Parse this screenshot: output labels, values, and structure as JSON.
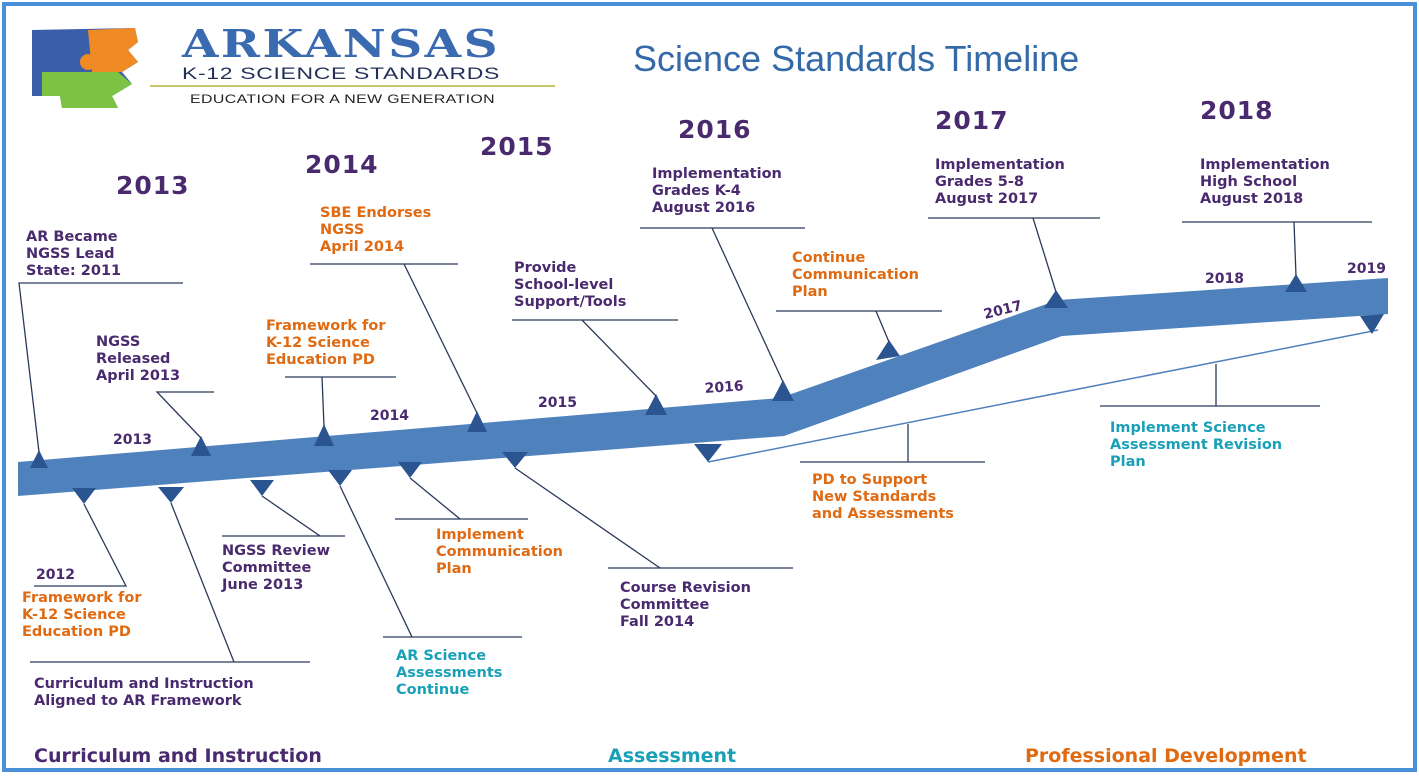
{
  "header": {
    "brand_name": "ARKANSAS",
    "brand_subtitle": "K-12 SCIENCE STANDARDS",
    "brand_tagline": "EDUCATION FOR A NEW GENERATION",
    "title": "Science Standards Timeline"
  },
  "years_top": [
    "2013",
    "2014",
    "2015",
    "2016",
    "2017",
    "2018"
  ],
  "years_on_line": [
    "2013",
    "2014",
    "2015",
    "2016",
    "2017",
    "2018",
    "2019"
  ],
  "year_2012": "2012",
  "events_above": [
    {
      "lines": [
        "AR Became",
        "NGSS Lead",
        "State: 2011"
      ],
      "category": "curriculum"
    },
    {
      "lines": [
        "NGSS",
        "Released",
        "April 2013"
      ],
      "category": "curriculum"
    },
    {
      "lines": [
        "Framework for",
        "K-12 Science",
        "Education PD"
      ],
      "category": "pd"
    },
    {
      "lines": [
        "SBE Endorses",
        "NGSS",
        "April 2014"
      ],
      "category": "pd"
    },
    {
      "lines": [
        "Provide",
        "School-level",
        "Support/Tools"
      ],
      "category": "curriculum"
    },
    {
      "lines": [
        "Implementation",
        "Grades K-4",
        "August 2016"
      ],
      "category": "curriculum"
    },
    {
      "lines": [
        "Continue",
        "Communication",
        "Plan"
      ],
      "category": "pd"
    },
    {
      "lines": [
        "Implementation",
        "Grades 5-8",
        "August 2017"
      ],
      "category": "curriculum"
    },
    {
      "lines": [
        "Implementation",
        "High School",
        "August 2018"
      ],
      "category": "curriculum"
    }
  ],
  "events_below": [
    {
      "lines": [
        "Framework for",
        "K-12 Science",
        "Education PD"
      ],
      "category": "pd"
    },
    {
      "lines": [
        "Curriculum and Instruction",
        "Aligned to AR Framework"
      ],
      "category": "curriculum"
    },
    {
      "lines": [
        "NGSS Review",
        "Committee",
        "June 2013"
      ],
      "category": "curriculum"
    },
    {
      "lines": [
        "AR Science",
        "Assessments",
        "Continue"
      ],
      "category": "assessment"
    },
    {
      "lines": [
        "Implement",
        "Communication",
        "Plan"
      ],
      "category": "pd"
    },
    {
      "lines": [
        "Course Revision",
        "Committee",
        "Fall 2014"
      ],
      "category": "curriculum"
    },
    {
      "lines": [
        "PD to Support",
        "New Standards",
        "and Assessments"
      ],
      "category": "pd"
    },
    {
      "lines": [
        "Implement Science",
        "Assessment Revision",
        "Plan"
      ],
      "category": "assessment"
    }
  ],
  "legend": {
    "curriculum": "Curriculum and Instruction",
    "assessment": "Assessment",
    "pd": "Professional Development"
  },
  "colors": {
    "frame": "#4a90d9",
    "timeline": "#4f81bd",
    "markers": "#2a5590",
    "year_text": "#4a2a6e",
    "curriculum": "#4a2a6e",
    "assessment": "#19a0b8",
    "pd": "#e06a12",
    "title": "#356aa8"
  }
}
